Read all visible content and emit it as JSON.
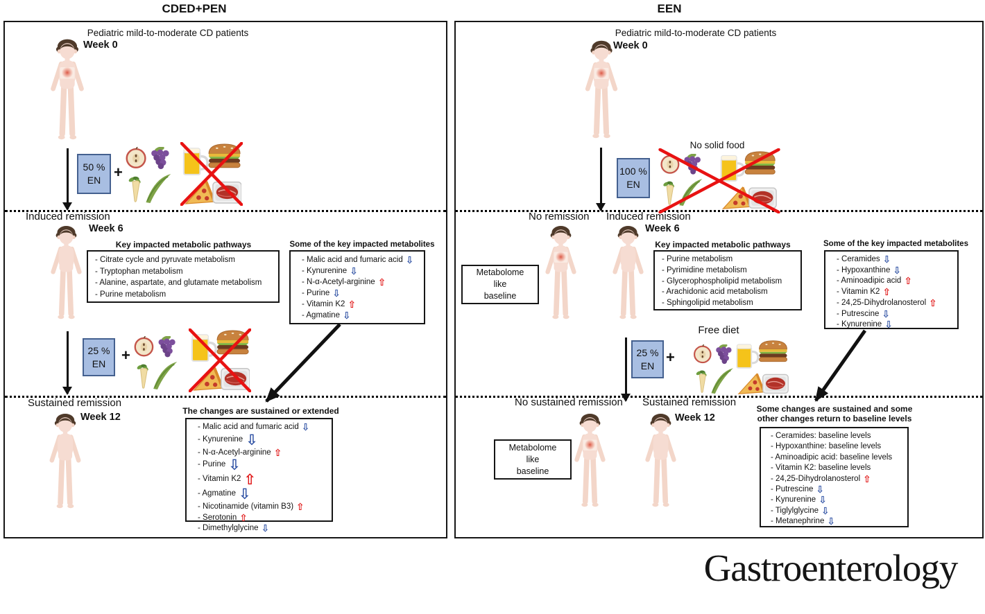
{
  "header": {
    "left_title": "CDED+PEN",
    "right_title": "EEN"
  },
  "journal_logo": "Gastroenterology",
  "common": {
    "plus": "+"
  },
  "colors": {
    "up_arrow": "#E01414",
    "down_arrow": "#2B4EA2",
    "en_box_fill": "#A8BEE2",
    "en_box_border": "#44608F",
    "cross": "#E81212",
    "panel_border": "#151515"
  },
  "icons": {
    "up-arrow-icon": "⇧",
    "down-arrow-icon": "⇩",
    "plus-icon": "+",
    "cross-icon": "red X",
    "child-figure-icon": "child silhouette",
    "inflamed-gut-icon": "red belly spot",
    "apple-icon": "apple half",
    "grapes-icon": "grape cluster",
    "carrot-icon": "carrot",
    "peapod-icon": "pea pod",
    "beer-icon": "beer mug",
    "burger-icon": "hamburger",
    "pizza-icon": "pizza slice",
    "meat-icon": "packaged meat"
  },
  "left": {
    "patients_label": "Pediatric mild-to-moderate CD patients",
    "week0_label": "Week 0",
    "en_week0": {
      "pct": "50 %",
      "en": "EN"
    },
    "induced_label": "Induced remission",
    "week6_label": "Week 6",
    "pathways_title": "Key impacted metabolic pathways",
    "pathways": [
      "- Citrate cycle and pyruvate metabolism",
      "- Tryptophan metabolism",
      "- Alanine, aspartate, and glutamate metabolism",
      "- Purine metabolism"
    ],
    "metabolites_title": "Some of the key impacted metabolites",
    "metabolites": [
      {
        "label": "- Malic acid and fumaric acid",
        "glyph": "⇩",
        "dir": "down"
      },
      {
        "label": "- Kynurenine",
        "glyph": "⇩",
        "dir": "down"
      },
      {
        "label": "- N-α-Acetyl-arginine",
        "glyph": "⇧",
        "dir": "up"
      },
      {
        "label": "- Purine",
        "glyph": "⇩",
        "dir": "down"
      },
      {
        "label": "- Vitamin K2",
        "glyph": "⇧",
        "dir": "up"
      },
      {
        "label": "- Agmatine",
        "glyph": "⇩",
        "dir": "down"
      }
    ],
    "en_week6": {
      "pct": "25 %",
      "en": "EN"
    },
    "sustained_label": "Sustained remission",
    "week12_label": "Week 12",
    "changes_title": "The changes are sustained or extended",
    "changes": [
      {
        "label": "- Malic acid and fumaric acid",
        "glyph": "⇩",
        "dir": "down"
      },
      {
        "label": "- Kynurenine",
        "glyph": "⇩",
        "dir": "down-big"
      },
      {
        "label": "- N-α-Acetyl-arginine",
        "glyph": "⇧",
        "dir": "up"
      },
      {
        "label": "- Purine",
        "glyph": "⇩",
        "dir": "down-big"
      },
      {
        "label": "- Vitamin K2",
        "glyph": "⇧",
        "dir": "up-big"
      },
      {
        "label": "- Agmatine",
        "glyph": "⇩",
        "dir": "down-big"
      },
      {
        "label": "- Nicotinamide (vitamin B3)",
        "glyph": "⇧",
        "dir": "up"
      },
      {
        "label": "- Serotonin",
        "glyph": "⇧",
        "dir": "up"
      },
      {
        "label": "- Dimethylglycine",
        "glyph": "⇩",
        "dir": "down"
      }
    ]
  },
  "right": {
    "patients_label": "Pediatric mild-to-moderate CD patients",
    "week0_label": "Week 0",
    "en_week0": {
      "pct": "100 %",
      "en": "EN"
    },
    "no_solid_food_label": "No solid food",
    "no_remission_label": "No remission",
    "induced_label": "Induced remission",
    "week6_label": "Week 6",
    "metabolome_box1": {
      "line1": "Metabolome",
      "line2": "like",
      "line3": "baseline"
    },
    "pathways_title": "Key impacted metabolic pathways",
    "pathways": [
      "- Purine metabolism",
      "- Pyrimidine metabolism",
      "- Glycerophospholipid metabolism",
      "- Arachidonic acid metabolism",
      "- Sphingolipid metabolism"
    ],
    "metabolites_title": "Some of the key impacted metabolites",
    "metabolites": [
      {
        "label": "- Ceramides",
        "glyph": "⇩",
        "dir": "down"
      },
      {
        "label": "- Hypoxanthine",
        "glyph": "⇩",
        "dir": "down"
      },
      {
        "label": "- Aminoadipic acid",
        "glyph": "⇧",
        "dir": "up"
      },
      {
        "label": "- Vitamin K2",
        "glyph": "⇧",
        "dir": "up"
      },
      {
        "label": "- 24,25-Dihydrolanosterol",
        "glyph": "⇧",
        "dir": "up"
      },
      {
        "label": "- Putrescine",
        "glyph": "⇩",
        "dir": "down"
      },
      {
        "label": "- Kynurenine",
        "glyph": "⇩",
        "dir": "down"
      }
    ],
    "free_diet_label": "Free diet",
    "en_week6": {
      "pct": "25 %",
      "en": "EN"
    },
    "no_sustained_label": "No sustained remission",
    "sustained_label": "Sustained remission",
    "week12_label": "Week 12",
    "metabolome_box2": {
      "line1": "Metabolome",
      "line2": "like",
      "line3": "baseline"
    },
    "changes_title_line1": "Some changes are sustained and some",
    "changes_title_line2": "other changes return to baseline levels",
    "changes": [
      {
        "label": "- Ceramides: baseline levels",
        "glyph": "",
        "dir": "none"
      },
      {
        "label": "- Hypoxanthine: baseline levels",
        "glyph": "",
        "dir": "none"
      },
      {
        "label": "- Aminoadipic acid: baseline levels",
        "glyph": "",
        "dir": "none"
      },
      {
        "label": "- Vitamin K2: baseline levels",
        "glyph": "",
        "dir": "none"
      },
      {
        "label": "- 24,25-Dihydrolanosterol",
        "glyph": "⇧",
        "dir": "up"
      },
      {
        "label": "- Putrescine",
        "glyph": "⇩",
        "dir": "down"
      },
      {
        "label": "- Kynurenine",
        "glyph": "⇩",
        "dir": "down"
      },
      {
        "label": "- Tiglylglycine",
        "glyph": "⇩",
        "dir": "down"
      },
      {
        "label": "- Metanephrine",
        "glyph": "⇩",
        "dir": "down"
      }
    ]
  }
}
